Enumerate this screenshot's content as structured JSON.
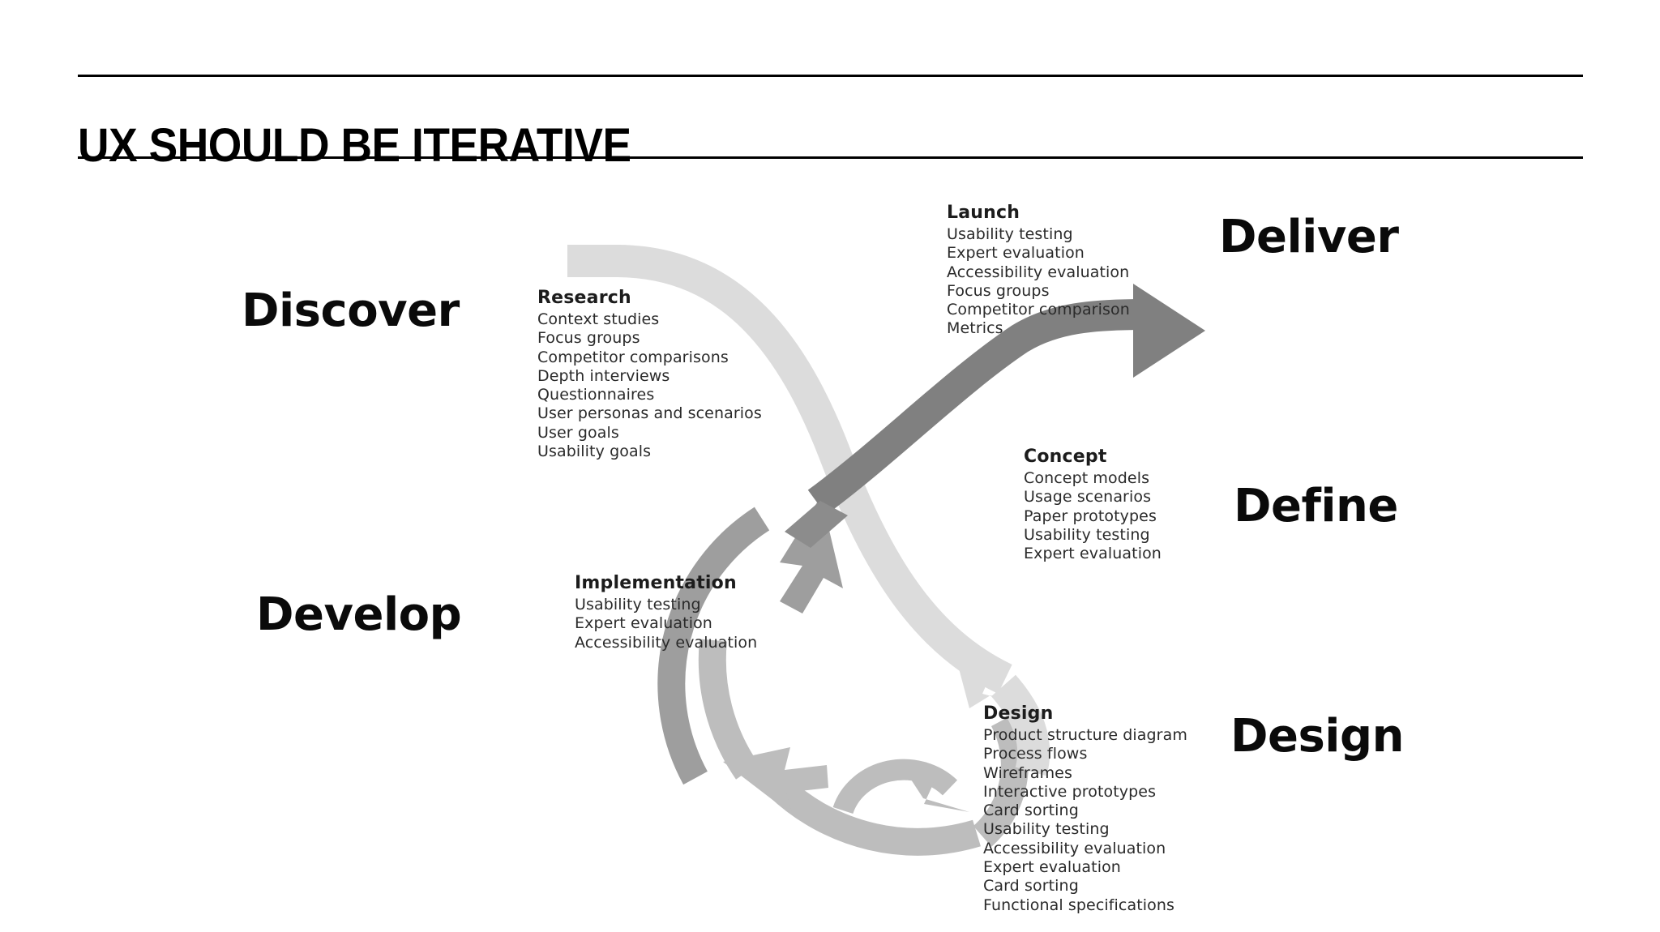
{
  "slide": {
    "title": "UX SHOULD BE ITERATIVE"
  },
  "phases": [
    {
      "id": "discover",
      "label": "Discover"
    },
    {
      "id": "develop",
      "label": "Develop"
    },
    {
      "id": "deliver",
      "label": "Deliver"
    },
    {
      "id": "define",
      "label": "Define"
    },
    {
      "id": "design",
      "label": "Design"
    }
  ],
  "notes": {
    "research": {
      "title": "Research",
      "items": [
        "Context studies",
        "Focus groups",
        "Competitor comparisons",
        "Depth interviews",
        "Questionnaires",
        "User personas and scenarios",
        "User goals",
        "Usability goals"
      ]
    },
    "launch": {
      "title": "Launch",
      "items": [
        "Usability testing",
        "Expert evaluation",
        "Accessibility evaluation",
        "Focus groups",
        "Competitor comparison",
        "Metrics"
      ]
    },
    "concept": {
      "title": "Concept",
      "items": [
        "Concept models",
        "Usage scenarios",
        "Paper prototypes",
        "Usability testing",
        "Expert evaluation"
      ]
    },
    "implementation": {
      "title": "Implementation",
      "items": [
        "Usability testing",
        "Expert evaluation",
        "Accessibility evaluation"
      ]
    },
    "design": {
      "title": "Design",
      "items": [
        "Product structure diagram",
        "Process flows",
        "Wireframes",
        "Interactive prototypes",
        "Card sorting",
        "Usability testing",
        "Accessibility evaluation",
        "Expert evaluation",
        "Card sorting",
        "Functional specifications"
      ]
    }
  },
  "colors": {
    "text": "#000000",
    "ribbon_light": "#dcdcdc",
    "ribbon_midlight": "#c3c3c3",
    "ribbon_mid": "#9e9e9e",
    "ribbon_dark": "#808080"
  }
}
